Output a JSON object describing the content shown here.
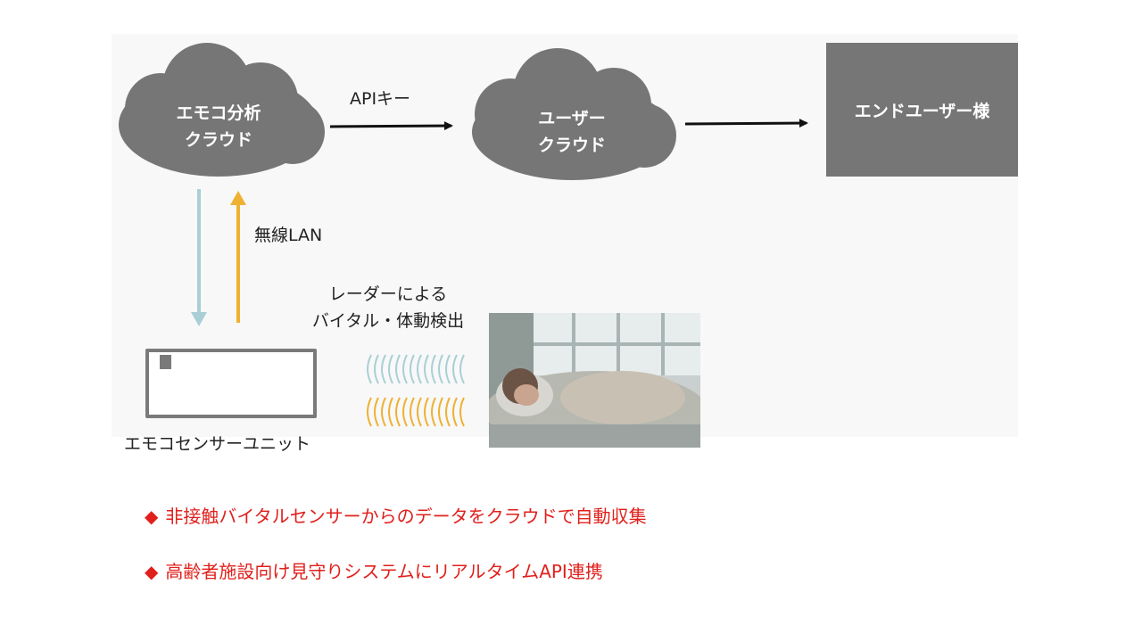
{
  "diagram": {
    "analysis_cloud": {
      "label": "エモコ分析\nクラウド"
    },
    "user_cloud": {
      "label": "ユーザー\nクラウド"
    },
    "end_user_box": {
      "label": "エンドユーザー様"
    },
    "api_arrow": {
      "label": "APIキー"
    },
    "wireless_arrow": {
      "label": "無線LAN"
    },
    "radar": {
      "label": "レーダーによる\nバイタル・体動検出"
    },
    "sensor_unit": {
      "label": "エモコセンサーユニット"
    },
    "colors": {
      "shape_gray": "#767676",
      "downlink_arrow": "#a9cfd6",
      "uplink_arrow": "#eeb133",
      "bullet_red": "#e0201c"
    }
  },
  "bullets": [
    {
      "icon": "◆",
      "text": "非接触バイタルセンサーからのデータをクラウドで自動収集"
    },
    {
      "icon": "◆",
      "text": "高齢者施設向け見守りシステムにリアルタイムAPI連携"
    }
  ]
}
